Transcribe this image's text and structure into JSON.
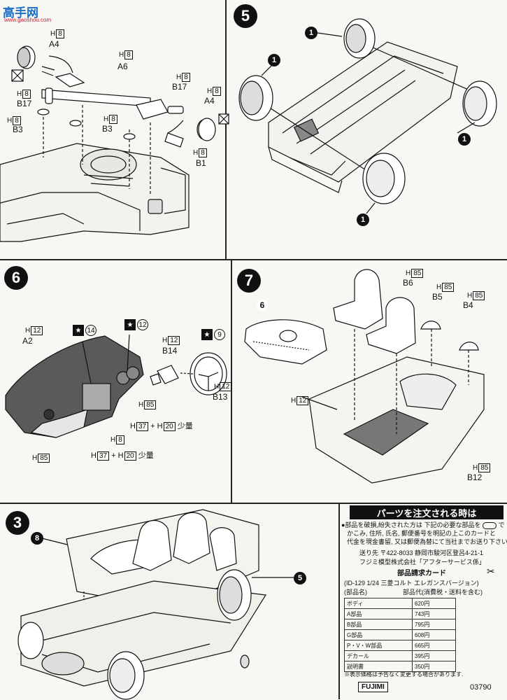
{
  "watermark": {
    "brand": "高手网",
    "url": "www.gaoshou.com"
  },
  "steps": {
    "s5": "5",
    "s6": "6",
    "s7": "7",
    "s3": "3"
  },
  "step4": {
    "sprue_h8_a4": "H",
    "sprue_h8_a4_n": "8",
    "a4_left": "A4",
    "a6": "A6",
    "a6_sprue": "H",
    "a6_sprue_n": "8",
    "b17_left": "B17",
    "b17_left_sprue": "H",
    "b17_left_sprue_n": "8",
    "b3_left": "B3",
    "b3_left_sprue": "H",
    "b3_left_sprue_n": "8",
    "b3_mid": "B3",
    "b3_mid_sprue": "H",
    "b3_mid_sprue_n": "8",
    "b17_right": "B17",
    "b17_right_sprue": "H",
    "b17_right_sprue_n": "8",
    "a4_right": "A4",
    "a4_right_sprue": "H",
    "a4_right_sprue_n": "8",
    "b1": "B1",
    "b1_sprue": "H",
    "b1_sprue_n": "8"
  },
  "step5": {
    "wheel_mark": "1"
  },
  "step6": {
    "a2": "A2",
    "a2_sprue": "H",
    "a2_sprue_n": "12",
    "star14": "14",
    "star12": "12",
    "star9": "9",
    "b14": "B14",
    "b14_sprue": "H",
    "b14_sprue_n": "12",
    "b13": "B13",
    "b13_sprue": "H",
    "b13_sprue_n": "12",
    "h85_mid": "H",
    "h85_mid_n": "85",
    "h8_mid": "H",
    "h8_mid_n": "8",
    "h85_left": "H",
    "h85_left_n": "85",
    "mix1": "H",
    "mix1_a": "37",
    "mix1_plus": "+ H",
    "mix1_b": "20",
    "mix1_tail": "少量",
    "mix2": "H",
    "mix2_a": "37",
    "mix2_plus": "+ H",
    "mix2_b": "20",
    "mix2_tail": "少量"
  },
  "step7": {
    "ref6": "6",
    "b6": "B6",
    "b6_sprue": "H",
    "b6_sprue_n": "85",
    "b5": "B5",
    "b5_sprue": "H",
    "b5_sprue_n": "85",
    "b4": "B4",
    "b4_sprue": "H",
    "b4_sprue_n": "85",
    "h12": "H",
    "h12_n": "12",
    "b12": "B12",
    "b12_sprue": "H",
    "b12_sprue_n": "85"
  },
  "step3": {
    "ref8": "8",
    "ref5": "5"
  },
  "order": {
    "header": "パーツを注文される時は",
    "line1": "●部品を破損,紛失された方は 下記の必要な部品を",
    "line1b": "で",
    "line2": "かこみ, 住所, 氏名, 郵便番号を明記の上このカードと",
    "line3": "代金を現金書留, 又は郵便為替にて当社までお送り下さい.",
    "addr1": "送り先  〒422-8033  静岡市駿河区登呂4-21-1",
    "addr2": "フジミ模型株式会社「アフターサービス係」",
    "card_title": "部品請求カード",
    "card_subtitle": "(ID-129 1/24 三菱コルト エレガンスバージョン)",
    "col_name": "(部品名)",
    "col_price": "部品代(消費税・送料を含む)",
    "rows": [
      {
        "name": "ボディ",
        "price": "620円"
      },
      {
        "name": "A部品",
        "price": "743円"
      },
      {
        "name": "B部品",
        "price": "795円"
      },
      {
        "name": "G部品",
        "price": "608円"
      },
      {
        "name": "P・V・W部品",
        "price": "665円"
      },
      {
        "name": "デカール",
        "price": "395円"
      },
      {
        "name": "説明書",
        "price": "350円"
      }
    ],
    "note": "※表示価格は予告なく変更する場合があります.",
    "code": "03790",
    "logo": "FUJIMI"
  },
  "colors": {
    "ink": "#111111",
    "paper": "#f7f7f4",
    "dash_fill": "#5a5a5a",
    "seat_fill": "#9a9a9a"
  }
}
